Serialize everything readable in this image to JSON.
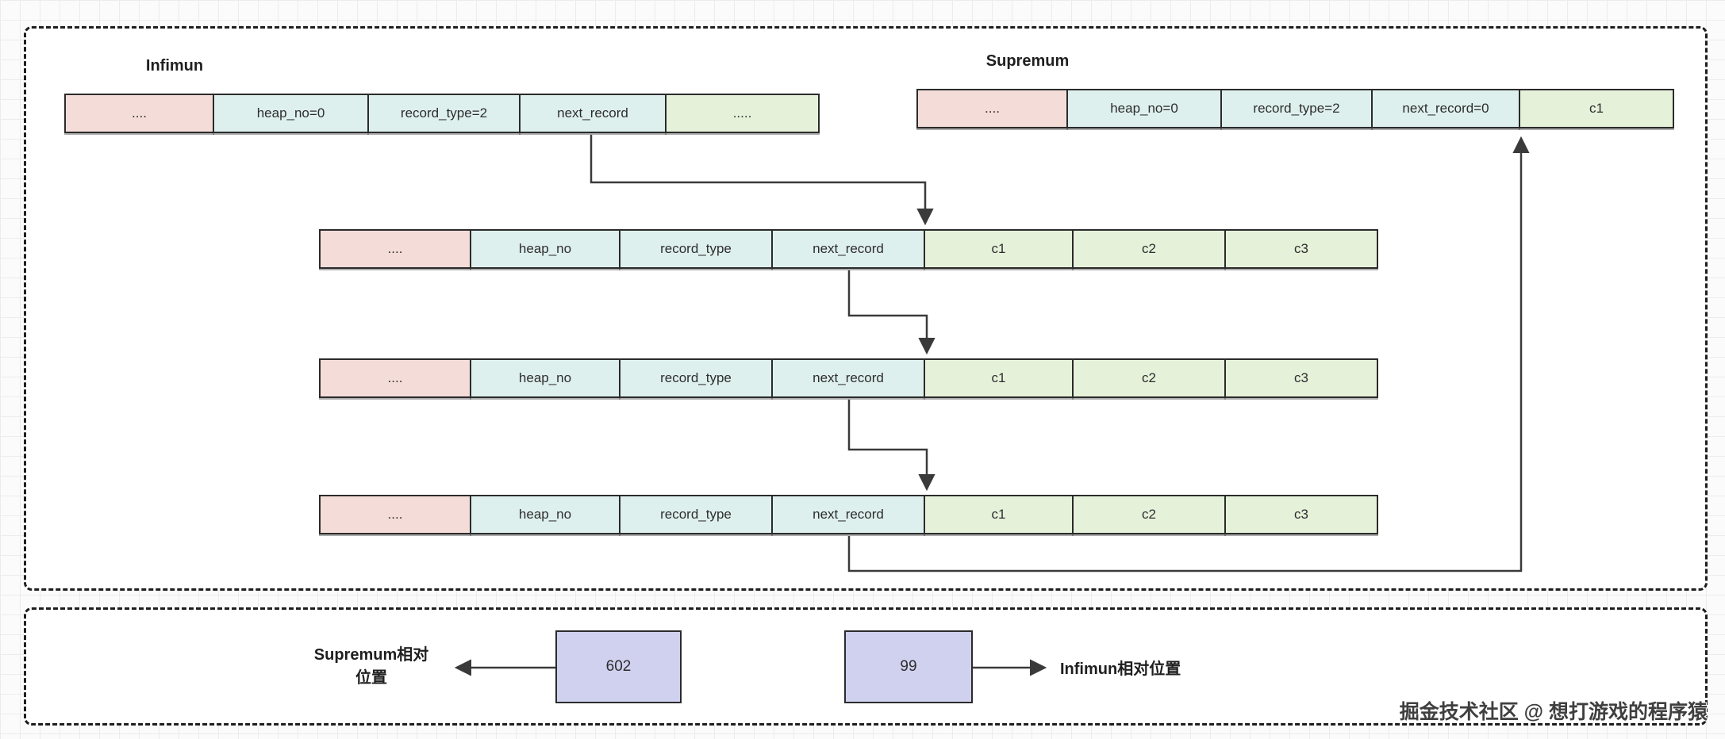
{
  "colors": {
    "grid-line": "#ececec",
    "dash-border": "#1e1e1e",
    "cell-border": "#2b2b2b",
    "cell-text": "#2d2d2d",
    "cell-pink": "#f4dcd9",
    "cell-blue": "#def0ee",
    "cell-green": "#e6f1da",
    "cell-purple": "#d0d1ef",
    "arrow": "#3a3a3a",
    "watermark": "#3f3f3f"
  },
  "infimum": {
    "title": "Infimun",
    "cells": [
      "....",
      "heap_no=0",
      "record_type=2",
      "next_record",
      "....."
    ]
  },
  "supremum": {
    "title": "Supremum",
    "cells": [
      "....",
      "heap_no=0",
      "record_type=2",
      "next_record=0",
      "c1"
    ]
  },
  "records": {
    "row1": [
      "....",
      "heap_no",
      "record_type",
      "next_record",
      "c1",
      "c2",
      "c3"
    ],
    "row2": [
      "....",
      "heap_no",
      "record_type",
      "next_record",
      "c1",
      "c2",
      "c3"
    ],
    "row3": [
      "....",
      "heap_no",
      "record_type",
      "next_record",
      "c1",
      "c2",
      "c3"
    ]
  },
  "offsets": {
    "supremum_label_line1": "Supremum相对",
    "supremum_label_line2": "位置",
    "supremum_value": "602",
    "infimum_value": "99",
    "infimum_label": "Infimun相对位置"
  },
  "watermark": "掘金技术社区 @ 想打游戏的程序猿"
}
